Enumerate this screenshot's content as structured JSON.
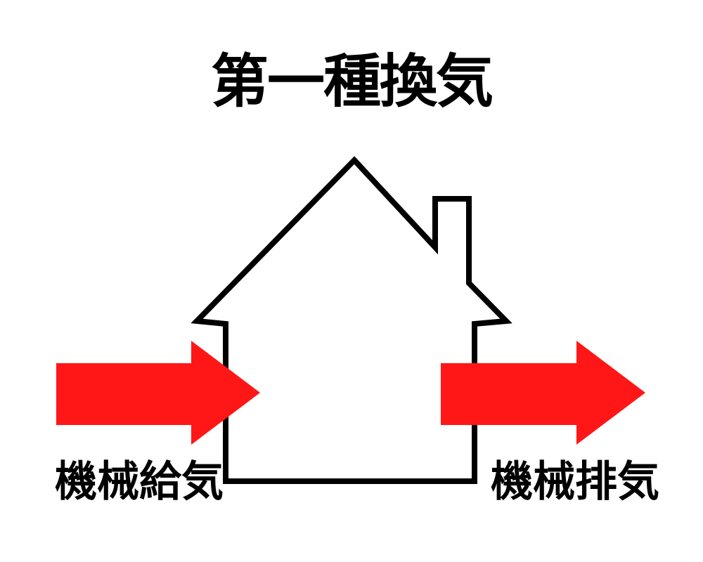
{
  "title": "第一種換気",
  "labels": {
    "supply": "機械給気",
    "exhaust": "機械排気"
  },
  "icons": {
    "house": "house-outline-icon",
    "supply_arrow": "right-arrow-icon",
    "exhaust_arrow": "right-arrow-icon"
  },
  "colors": {
    "background": "#FFFFFF",
    "outline": "#000000",
    "text": "#000000",
    "arrow": "#FF1717"
  }
}
